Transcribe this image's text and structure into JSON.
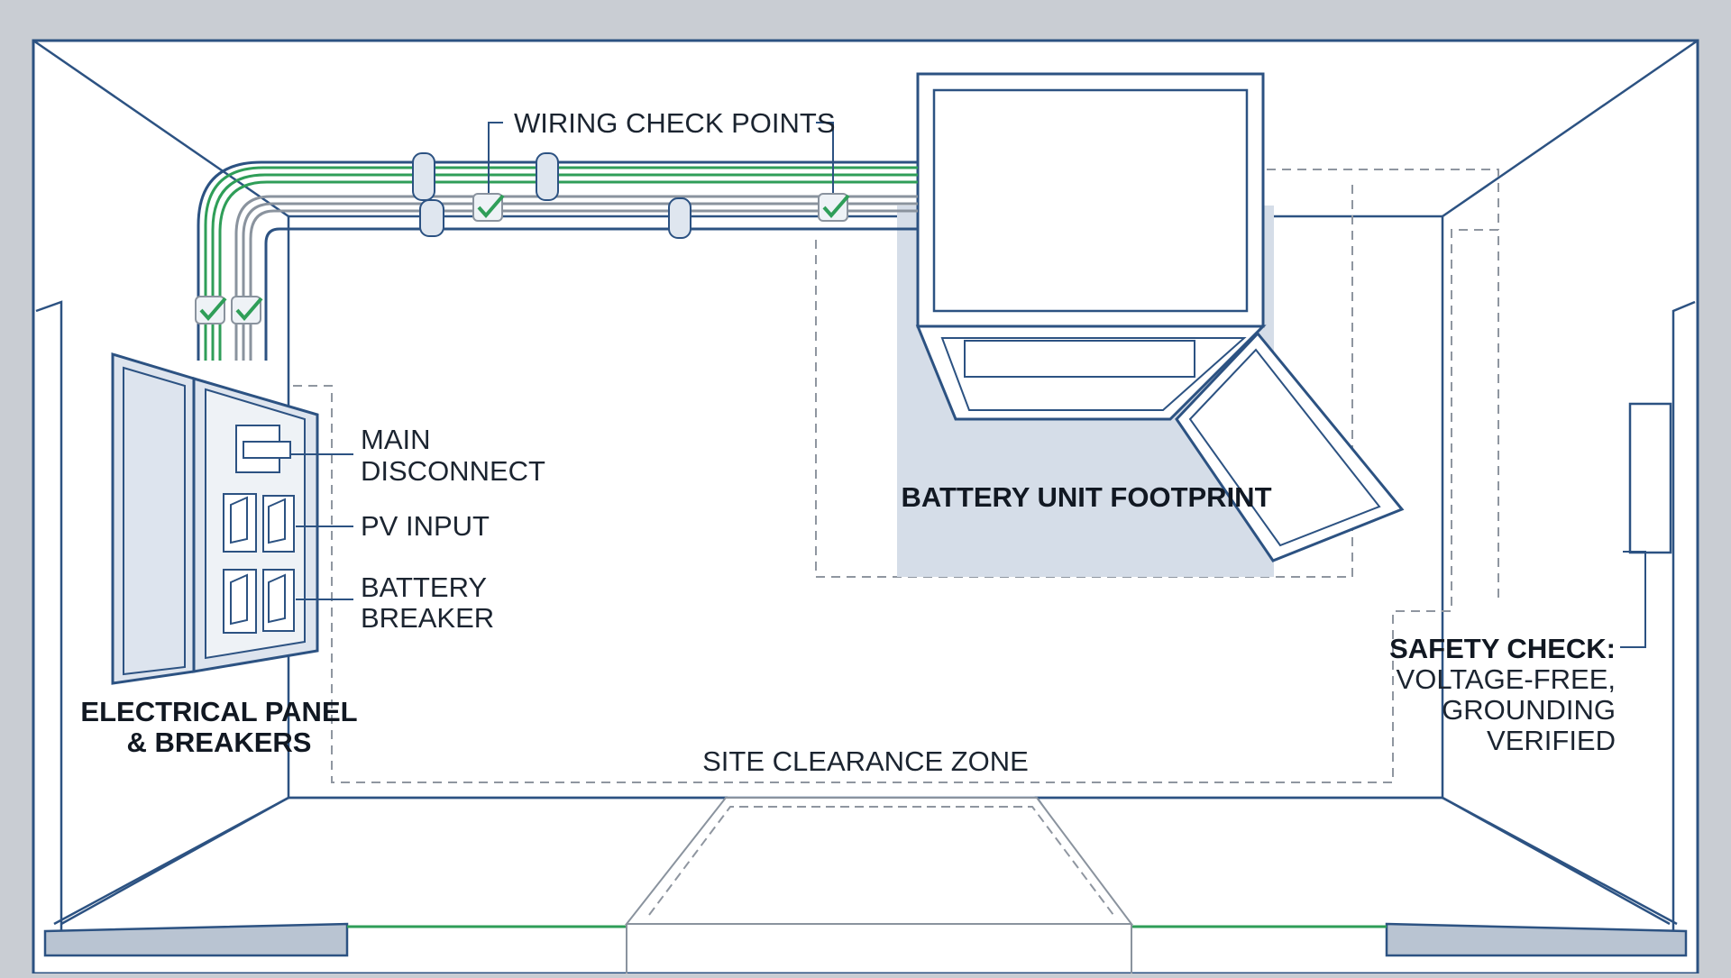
{
  "labels": {
    "wiring_check_points": "WIRING CHECK POINTS",
    "main_disconnect_line1": "MAIN",
    "main_disconnect_line2": "DISCONNECT",
    "pv_input": "PV INPUT",
    "battery_breaker_line1": "BATTERY",
    "battery_breaker_line2": "BREAKER",
    "electrical_panel_line1": "ELECTRICAL PANEL",
    "electrical_panel_line2": "& BREAKERS",
    "battery_unit_footprint": "BATTERY UNIT FOOTPRINT",
    "site_clearance_zone": "SITE CLEARANCE ZONE",
    "safety_check_title": "SAFETY CHECK:",
    "safety_check_line1": "VOLTAGE-FREE,",
    "safety_check_line2": "GROUNDING",
    "safety_check_line3": "VERIFIED"
  },
  "colors": {
    "background": "#c9cdd3",
    "room_fill": "#ffffff",
    "outline_blue": "#2c5282",
    "wire_green": "#2f9e58",
    "wire_gray": "#8a939e",
    "footprint_fill": "#d5dde8",
    "dashed_gray": "#8f96a0",
    "check_green": "#2f9e58"
  },
  "icons": [
    "check-icon",
    "switch-icon",
    "breaker-icon"
  ]
}
